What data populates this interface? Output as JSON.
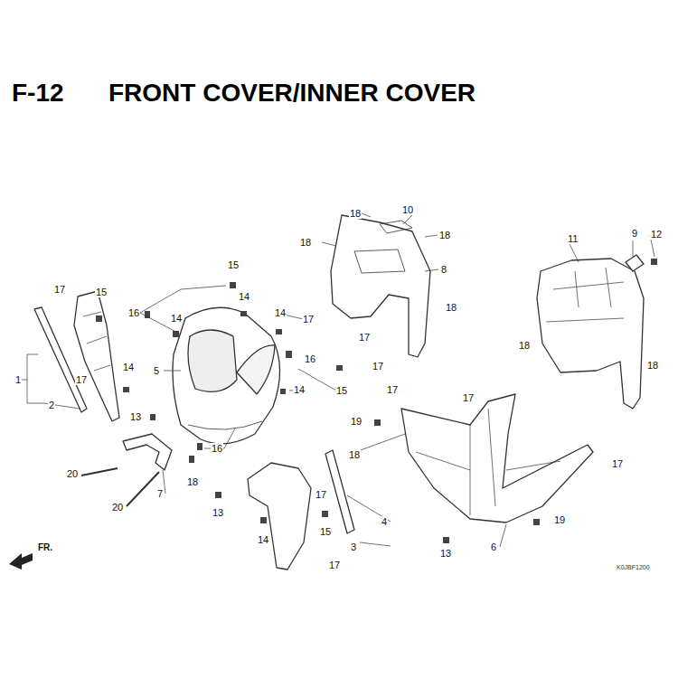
{
  "diagram": {
    "title": "FRONT COVER/INNER COVER",
    "labels": [
      "F-12",
      "18",
      "10",
      "18",
      "18",
      "8",
      "11",
      "9",
      "12",
      "15",
      "17",
      "15",
      "16",
      "14",
      "14",
      "14",
      "17",
      "18",
      "17",
      "18",
      "1",
      "14",
      "5",
      "16",
      "17",
      "18",
      "17",
      "14",
      "15",
      "17",
      "2",
      "17",
      "13",
      "19",
      "16",
      "18",
      "17",
      "20",
      "18",
      "7",
      "17",
      "20",
      "13",
      "14",
      "15",
      "4",
      "19",
      "3",
      "6",
      "13",
      "17",
      "FR.",
      "K0JBF1200"
    ]
  }
}
